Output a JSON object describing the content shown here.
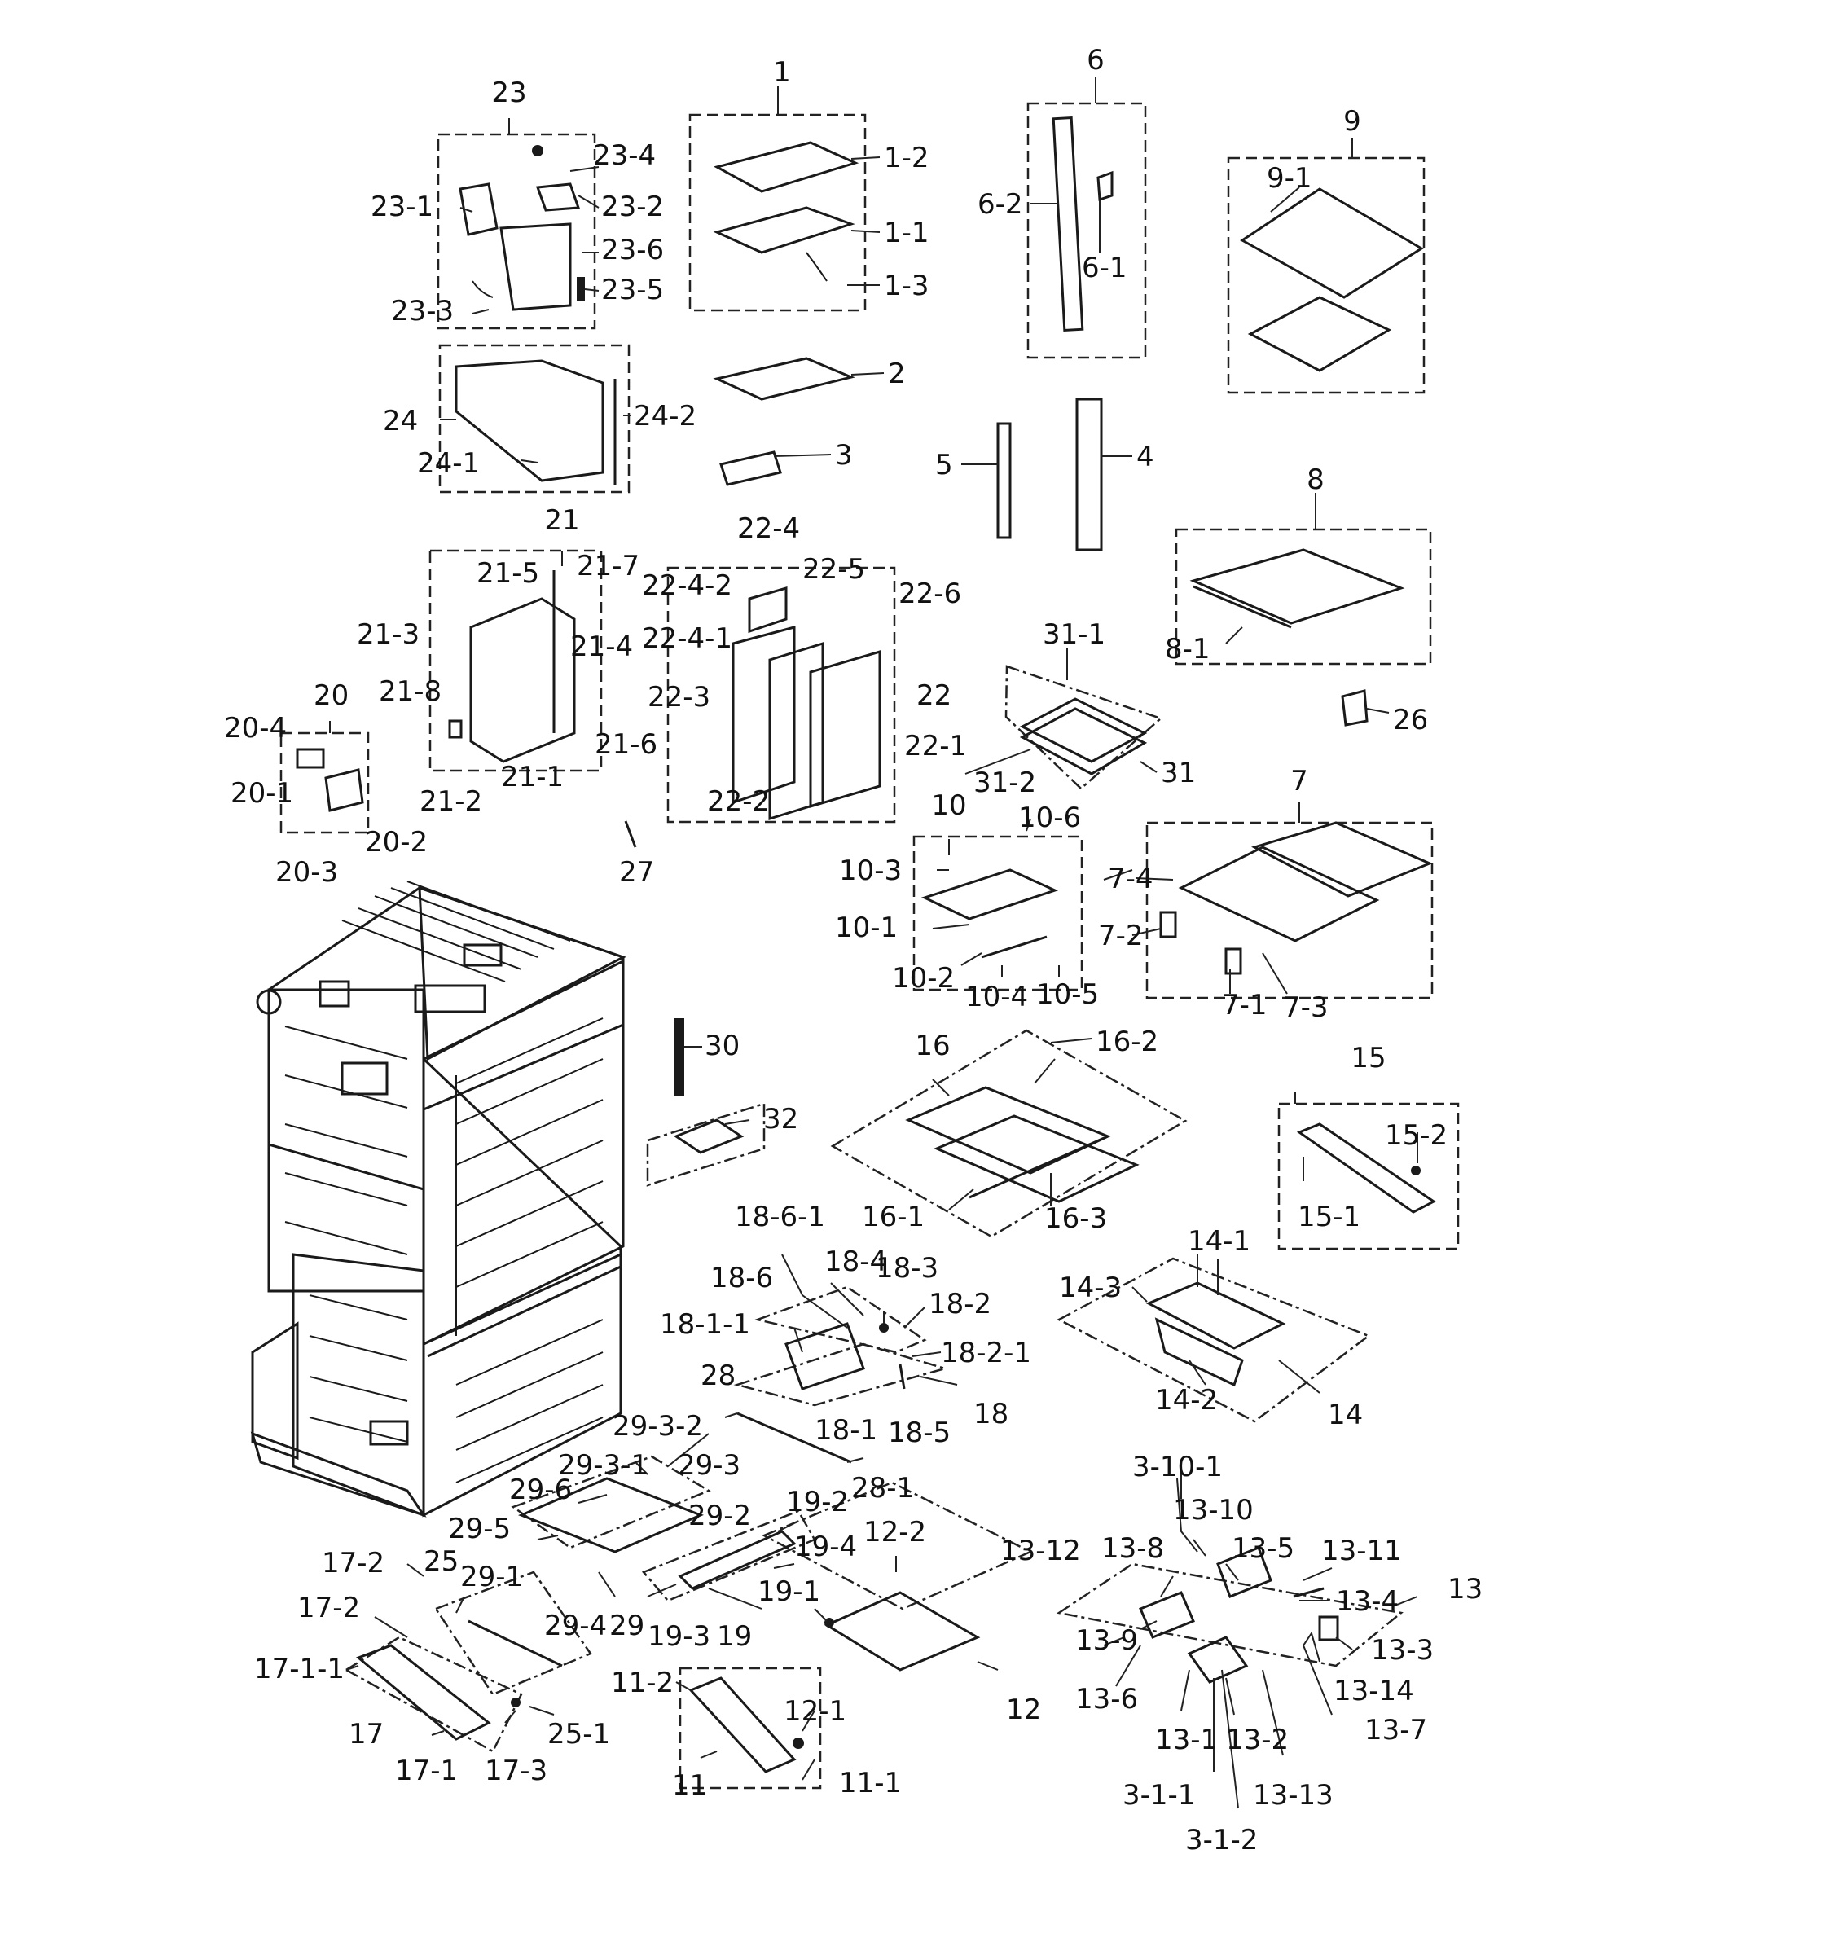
{
  "labels": {
    "l1": "1",
    "l1_1": "1-1",
    "l1_2": "1-2",
    "l1_3": "1-3",
    "l2": "2",
    "l3": "3",
    "l4": "4",
    "l5": "5",
    "l6": "6",
    "l6_1": "6-1",
    "l6_2": "6-2",
    "l7": "7",
    "l7_1": "7-1",
    "l7_2": "7-2",
    "l7_3": "7-3",
    "l7_4": "7-4",
    "l8": "8",
    "l8_1": "8-1",
    "l9": "9",
    "l9_1": "9-1",
    "l10": "10",
    "l10_1": "10-1",
    "l10_2": "10-2",
    "l10_3": "10-3",
    "l10_4": "10-4",
    "l10_5": "10-5",
    "l10_6": "10-6",
    "l11": "11",
    "l11_1": "11-1",
    "l11_2": "11-2",
    "l12": "12",
    "l12_1": "12-1",
    "l12_2": "12-2",
    "l13": "13",
    "l13_1": "13-1",
    "l13_2": "13-2",
    "l13_3": "13-3",
    "l13_4": "13-4",
    "l13_5": "13-5",
    "l13_6": "13-6",
    "l13_7": "13-7",
    "l13_8": "13-8",
    "l13_9": "13-9",
    "l13_10": "13-10",
    "l13_11": "13-11",
    "l13_12": "13-12",
    "l13_13": "13-13",
    "l13_14": "13-14",
    "l3_10_1": "3-10-1",
    "l3_1_1": "3-1-1",
    "l3_1_2": "3-1-2",
    "l14": "14",
    "l14_1": "14-1",
    "l14_2": "14-2",
    "l14_3": "14-3",
    "l15": "15",
    "l15_1": "15-1",
    "l15_2": "15-2",
    "l16": "16",
    "l16_1": "16-1",
    "l16_2": "16-2",
    "l16_3": "16-3",
    "l17": "17",
    "l17_1": "17-1",
    "l17_1_1": "17-1-1",
    "l17_2": "17-2",
    "l17_2b": "17-2",
    "l17_3": "17-3",
    "l18": "18",
    "l18_1": "18-1",
    "l18_1_1": "18-1-1",
    "l18_2": "18-2",
    "l18_2_1": "18-2-1",
    "l18_3": "18-3",
    "l18_4": "18-4",
    "l18_5": "18-5",
    "l18_6": "18-6",
    "l18_6_1": "18-6-1",
    "l19": "19",
    "l19_1": "19-1",
    "l19_2": "19-2",
    "l19_3": "19-3",
    "l19_4": "19-4",
    "l20": "20",
    "l20_1": "20-1",
    "l20_2": "20-2",
    "l20_3": "20-3",
    "l20_4": "20-4",
    "l21": "21",
    "l21_1": "21-1",
    "l21_2": "21-2",
    "l21_3": "21-3",
    "l21_4": "21-4",
    "l21_5": "21-5",
    "l21_6": "21-6",
    "l21_7": "21-7",
    "l21_8": "21-8",
    "l22": "22",
    "l22_1": "22-1",
    "l22_2": "22-2",
    "l22_3": "22-3",
    "l22_4": "22-4",
    "l22_4_1": "22-4-1",
    "l22_4_2": "22-4-2",
    "l22_5": "22-5",
    "l22_6": "22-6",
    "l23": "23",
    "l23_1": "23-1",
    "l23_2": "23-2",
    "l23_3": "23-3",
    "l23_4": "23-4",
    "l23_5": "23-5",
    "l23_6": "23-6",
    "l24": "24",
    "l24_1": "24-1",
    "l24_2": "24-2",
    "l25": "25",
    "l25_1": "25-1",
    "l26": "26",
    "l27": "27",
    "l28": "28",
    "l28_1": "28-1",
    "l29": "29",
    "l29_1": "29-1",
    "l29_2": "29-2",
    "l29_3": "29-3",
    "l29_3_1": "29-3-1",
    "l29_3_2": "29-3-2",
    "l29_4": "29-4",
    "l29_5": "29-5",
    "l29_6": "29-6",
    "l30": "30",
    "l31": "31",
    "l31_1": "31-1",
    "l31_2": "31-2",
    "l32": "32"
  }
}
